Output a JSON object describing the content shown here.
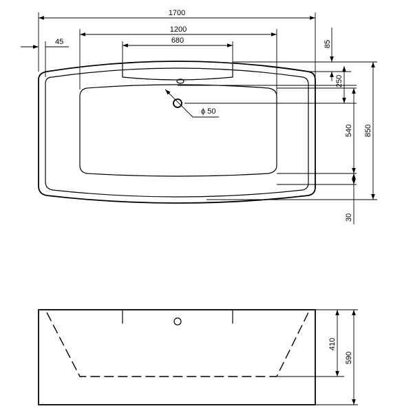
{
  "top_view": {
    "overall_length": "1700",
    "inner_length": "1200",
    "headrest_length": "680",
    "rim_offset": "45",
    "drain_diameter": "ϕ 50",
    "top_offset": "85",
    "drain_offset": "250",
    "inner_width": "540",
    "overall_width": "850",
    "bottom_offset": "30"
  },
  "side_view": {
    "inner_depth": "410",
    "overall_height": "590"
  }
}
